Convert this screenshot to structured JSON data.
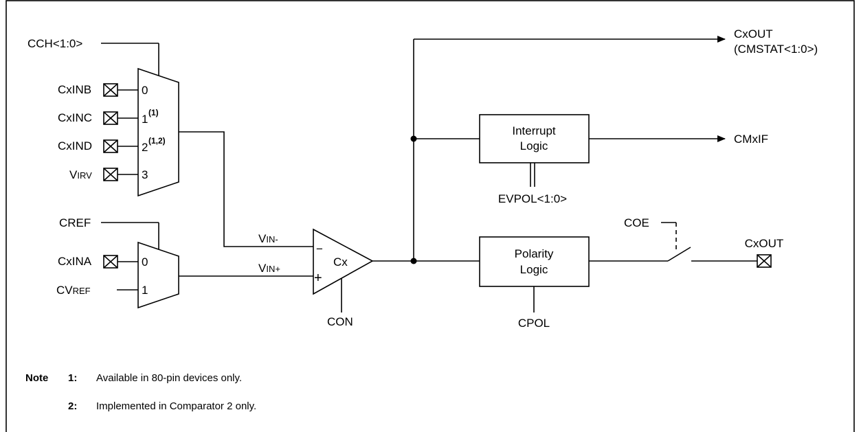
{
  "mux1": {
    "select": "CCH<1:0>",
    "inputs": [
      {
        "name": "CxINB",
        "num": "0",
        "sup": ""
      },
      {
        "name": "CxINC",
        "num": "1",
        "sup": "(1)"
      },
      {
        "name": "CxIND",
        "num": "2",
        "sup": "(1,2)"
      },
      {
        "name_main": "V",
        "name_sub": "IRV",
        "num": "3",
        "sup": ""
      }
    ]
  },
  "mux2": {
    "select": "CREF",
    "inputs": [
      {
        "name": "CxINA",
        "num": "0"
      },
      {
        "name_main": "CV",
        "name_sub": "REF",
        "num": "1"
      }
    ]
  },
  "comparator": {
    "name": "Cx",
    "minus_sign": "−",
    "plus_sign": "+",
    "vin_minus": {
      "main": "V",
      "sub": "IN-"
    },
    "vin_plus": {
      "main": "V",
      "sub": "IN+"
    },
    "enable": "CON"
  },
  "interrupt": {
    "line1": "Interrupt",
    "line2": "Logic",
    "control": "EVPOL<1:0>",
    "output": "CMxIF"
  },
  "polarity": {
    "line1": "Polarity",
    "line2": "Logic",
    "control": "CPOL"
  },
  "output_top": {
    "line1": "CxOUT",
    "line2": "(CMSTAT<1:0>)"
  },
  "output_pin": {
    "label": "CxOUT",
    "enable": "COE"
  },
  "notes": {
    "title": "Note",
    "items": [
      {
        "num": "1:",
        "text": "Available in 80-pin devices only."
      },
      {
        "num": "2:",
        "text": "Implemented in Comparator 2 only."
      }
    ]
  }
}
